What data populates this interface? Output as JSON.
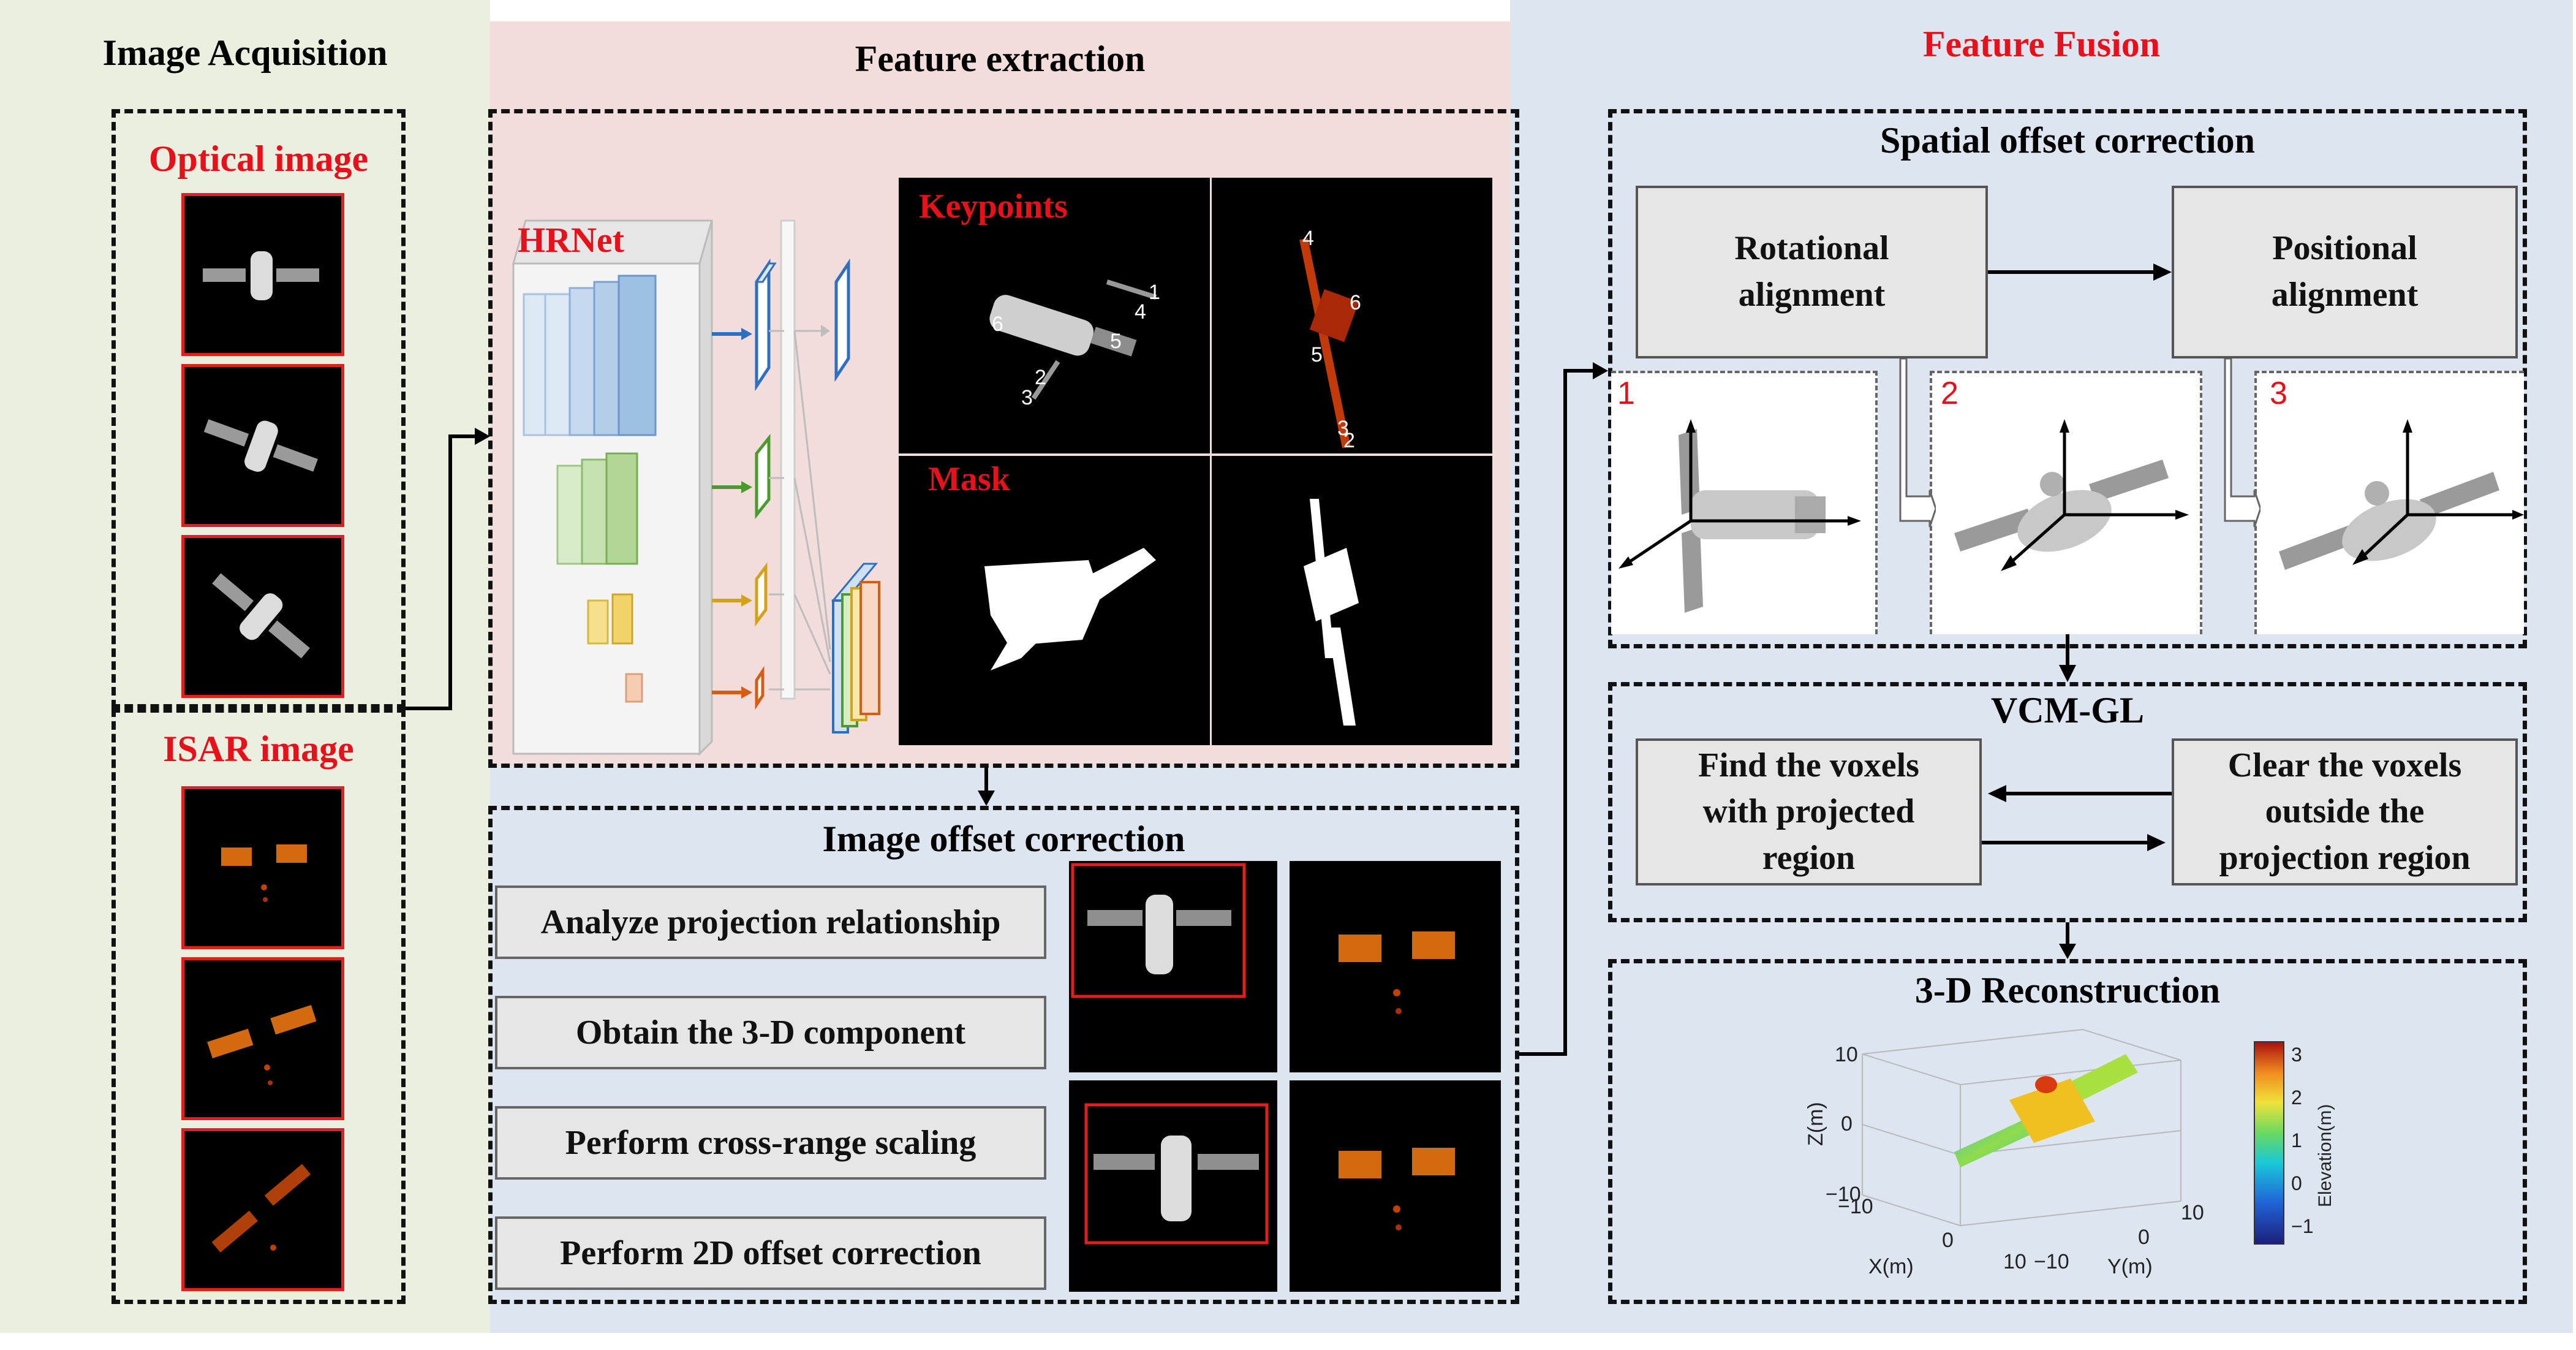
{
  "sections": {
    "acquisition": {
      "title": "Image Acquisition",
      "optical_label": "Optical image",
      "isar_label": "ISAR image"
    },
    "extraction": {
      "title": "Feature extraction",
      "network_label": "HRNet",
      "keypoints_label": "Keypoints",
      "mask_label": "Mask",
      "keypoint_ids_left": [
        "1",
        "2",
        "3",
        "4",
        "5",
        "6"
      ],
      "keypoint_ids_right": [
        "2",
        "3",
        "4",
        "5",
        "6"
      ]
    },
    "offset": {
      "title": "Image offset correction",
      "steps": [
        "Analyze projection relationship",
        "Obtain the 3-D component",
        "Perform  cross-range scaling",
        "Perform 2D offset correction"
      ]
    },
    "fusion": {
      "title": "Feature Fusion",
      "spatial": {
        "title": "Spatial offset correction",
        "rotational": [
          "Rotational",
          "alignment"
        ],
        "positional": [
          "Positional",
          "alignment"
        ],
        "stage_numbers": [
          "1",
          "2",
          "3"
        ]
      },
      "vcm": {
        "title": "VCM-GL",
        "find": [
          "Find the voxels",
          "with projected",
          "region"
        ],
        "clear": [
          "Clear the voxels",
          "outside the",
          "projection region"
        ]
      },
      "recon": {
        "title": "3-D Reconstruction",
        "z_label": "Z(m)",
        "x_label": "X(m)",
        "y_label": "Y(m)",
        "z_ticks": [
          "10",
          "0",
          "−10"
        ],
        "x_ticks": [
          "−10",
          "0",
          "10"
        ],
        "y_ticks": [
          "−10",
          "0",
          "10"
        ],
        "colorbar_label": "Elevation(m)",
        "colorbar_ticks": [
          "3",
          "2",
          "1",
          "0",
          "−1"
        ]
      }
    }
  },
  "colors": {
    "acquisition_bg": "#ebefe0",
    "extraction_bg": "#f2dcdc",
    "lower_bg": "#dde6f0",
    "accent_red": "#e8101a"
  }
}
